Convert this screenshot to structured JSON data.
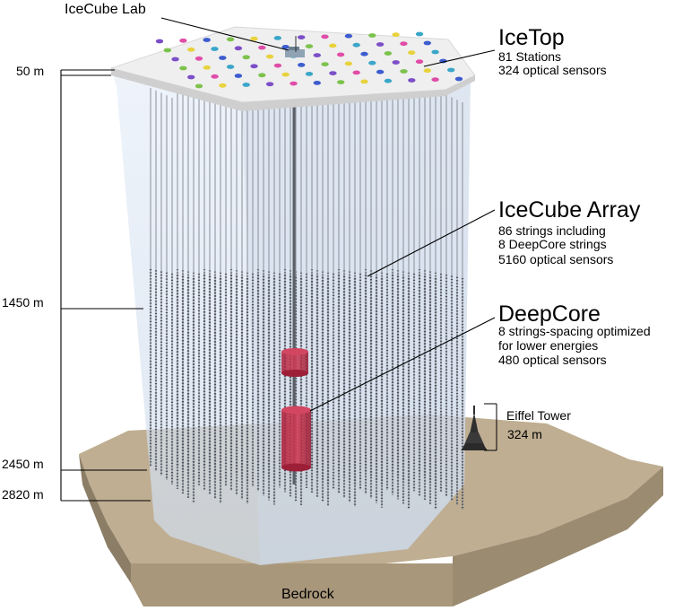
{
  "lab": {
    "label": "IceCube Lab"
  },
  "icetop": {
    "title": "IceTop",
    "lines": [
      "81 Stations",
      "324 optical sensors"
    ]
  },
  "array": {
    "title": "IceCube Array",
    "lines": [
      "86 strings including",
      "8 DeepCore strings",
      "5160 optical sensors"
    ]
  },
  "deepcore": {
    "title": "DeepCore",
    "lines": [
      "8 strings-spacing optimized",
      "for lower energies",
      "480 optical sensors"
    ]
  },
  "eiffel": {
    "name": "Eiffel Tower",
    "height": "324 m"
  },
  "depths": [
    "50 m",
    "1450 m",
    "2450 m",
    "2820 m"
  ],
  "bedrock": "Bedrock",
  "colors": {
    "ice": "#dbe6f3",
    "bedrock": "#b9a98f",
    "bedrock_dark": "#978a72",
    "deepcore": "#c02a45",
    "surface": "#f1f1f1",
    "station_palette": [
      "#7c4ec7",
      "#e04da8",
      "#3d5ccf",
      "#7cc24c",
      "#e8d23d",
      "#3aa6c9"
    ]
  }
}
